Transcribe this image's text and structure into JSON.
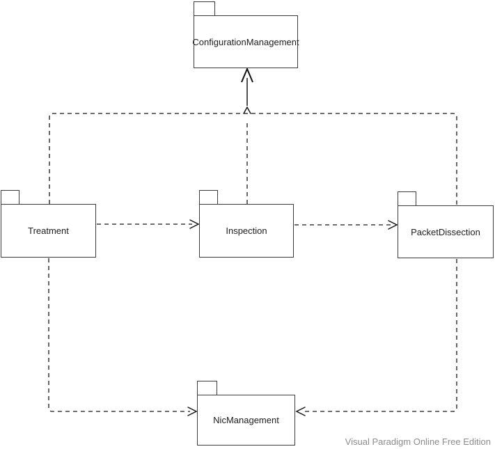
{
  "diagram": {
    "type": "uml-package-diagram",
    "packages": [
      {
        "name": "ConfigurationManagement"
      },
      {
        "name": "Treatment"
      },
      {
        "name": "Inspection"
      },
      {
        "name": "PacketDissection"
      },
      {
        "name": "NicManagement"
      }
    ],
    "dependencies": [
      {
        "from": "Treatment",
        "to": "Inspection",
        "style": "dashed-open-arrow"
      },
      {
        "from": "Inspection",
        "to": "PacketDissection",
        "style": "dashed-open-arrow"
      },
      {
        "from": "Inspection",
        "to": "ConfigurationManagement",
        "style": "dashed-open-arrow"
      },
      {
        "from": "Treatment",
        "to": "ConfigurationManagement",
        "style": "dashed-open-arrow"
      },
      {
        "from": "PacketDissection",
        "to": "ConfigurationManagement",
        "style": "dashed-open-arrow"
      },
      {
        "from": "Treatment",
        "to": "NicManagement",
        "style": "dashed-open-arrow"
      },
      {
        "from": "PacketDissection",
        "to": "NicManagement",
        "style": "dashed-open-arrow"
      }
    ]
  },
  "watermark": {
    "text": "Visual Paradigm Online Free Edition"
  },
  "colors": {
    "line": "#161616",
    "box_border": "#3a3a3a",
    "background": "#ffffff",
    "watermark_text": "#8b8b8b"
  }
}
